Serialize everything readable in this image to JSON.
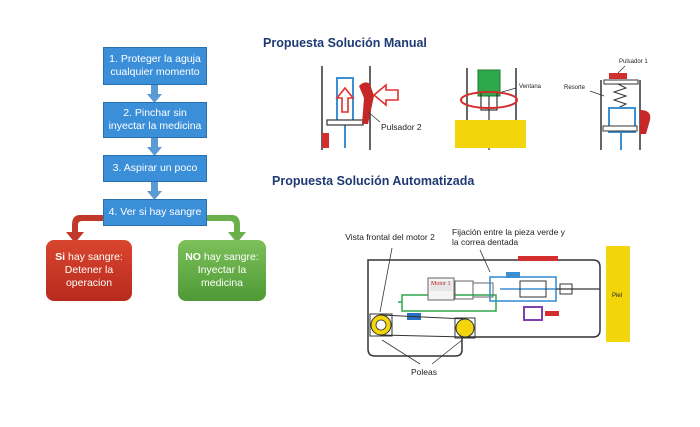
{
  "flowchart": {
    "steps": [
      "1. Proteger la aguja cualquier momento",
      "2. Pinchar sin inyectar la medicina",
      "3. Aspirar un poco",
      "4. Ver si hay sangre"
    ],
    "yes_outcome": {
      "strong": "Si",
      "rest": " hay sangre: Detener la operacion"
    },
    "no_outcome": {
      "strong": "NO",
      "rest": " hay sangre: Inyectar la medicina"
    }
  },
  "manual": {
    "title": "Propuesta Solución Manual",
    "labels": {
      "pulsador2": "Pulsador 2",
      "ventana": "Ventana",
      "pulsador1": "Pulsador 1",
      "resorte": "Resorte"
    }
  },
  "automatizada": {
    "title": "Propuesta Solución Automatizada",
    "labels": {
      "vista_frontal": "Vista frontal del motor 2",
      "fijacion": "Fijación entre la pieza verde y la correa dentada",
      "motor1": "Motor 1",
      "piel": "Piel",
      "poleas": "Poleas"
    }
  },
  "colors": {
    "step_blue": "#3b8fd9",
    "arrow_blue": "#5b9bd5",
    "yes_red": "#d63a2b",
    "no_green": "#6ab04c",
    "title_navy": "#1f3a73",
    "skin_yellow": "#f2d50a"
  }
}
